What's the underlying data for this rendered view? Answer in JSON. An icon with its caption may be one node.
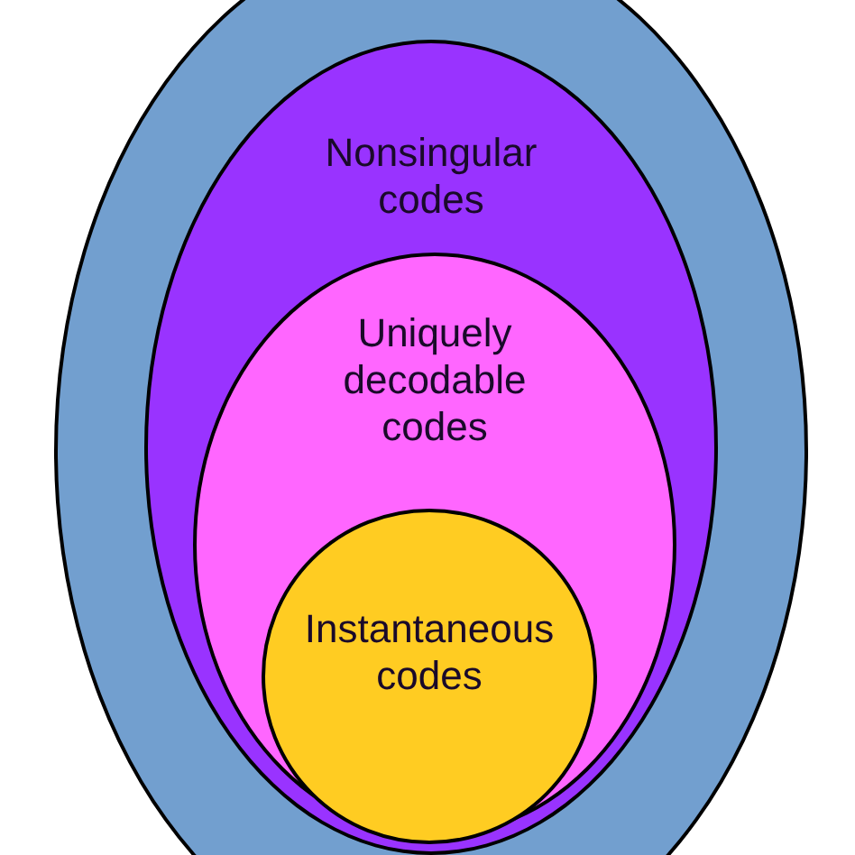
{
  "diagram": {
    "nodes": [
      {
        "text": [],
        "shape": "ellipse"
      },
      {
        "text": [
          "Nonsingular codes"
        ],
        "in": 0
      },
      {
        "text": [
          "Uniquely decodable codes"
        ],
        "in": 1
      },
      {
        "text": [
          "Instantaneous codes"
        ],
        "in": 2
      }
    ]
  }
}
